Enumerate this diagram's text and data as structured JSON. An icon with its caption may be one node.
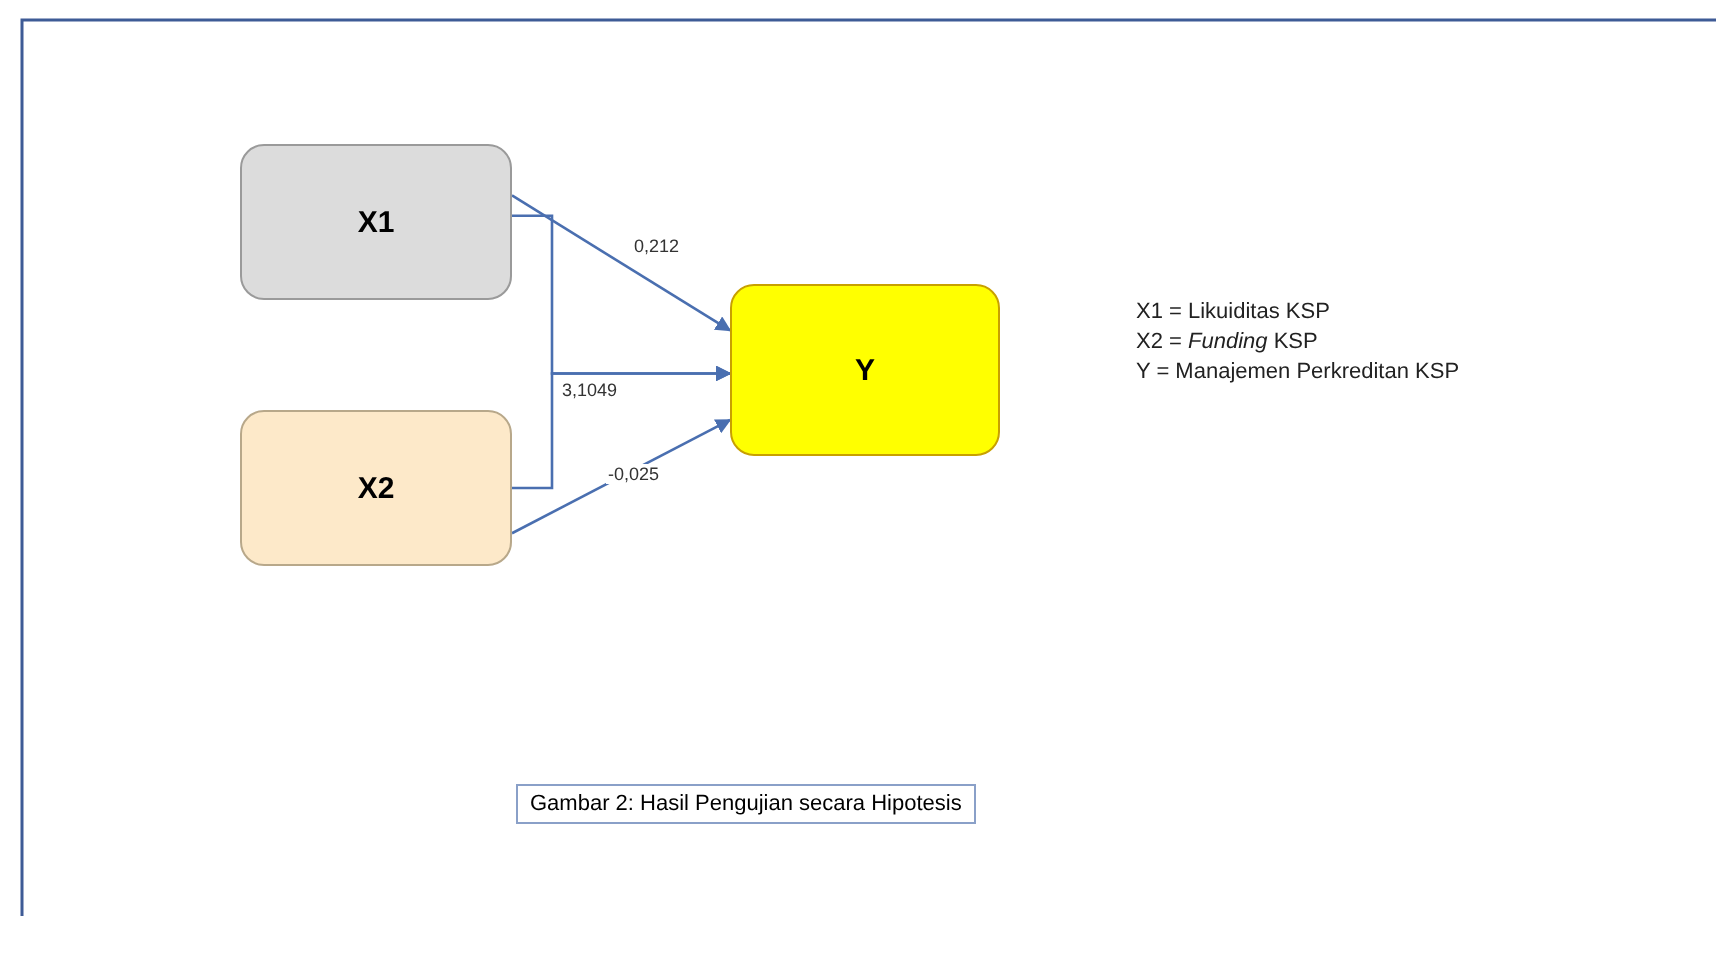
{
  "diagram": {
    "caption": "Gambar 2: Hasil Pengujian secara Hipotesis",
    "nodes": [
      {
        "text": [
          "X1"
        ]
      },
      {
        "text": [
          "X2"
        ]
      },
      {
        "text": [
          "Y"
        ]
      }
    ],
    "edges": [
      {
        "from": 0,
        "to": 2,
        "arrow": "to",
        "label": "0,212"
      },
      {
        "from": 0,
        "to": 2,
        "arrow": "to",
        "label": "3,1049"
      },
      {
        "from": 1,
        "to": 2,
        "arrow": "to"
      },
      {
        "from": 1,
        "to": 2,
        "arrow": "to",
        "label": "-0,025"
      }
    ],
    "labels": [
      "X1 = Likuiditas KSP",
      "X2 = *Funding* KSP",
      "Y  = Manajemen Perkreditan KSP"
    ]
  }
}
